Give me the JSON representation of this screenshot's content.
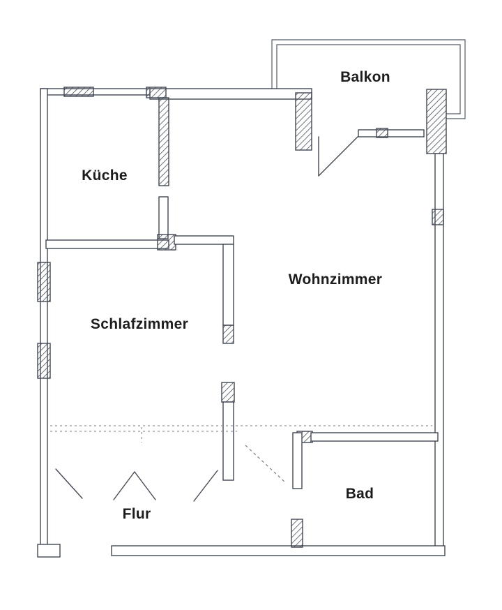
{
  "page": {
    "background": "#ffffff",
    "type": "apartment-floor-plan"
  },
  "colors": {
    "wall": "#424854",
    "label": "#1c1c1e",
    "dashed_line": "#8f959e"
  },
  "rooms": [
    {
      "id": "balkon",
      "label": "Balkon"
    },
    {
      "id": "kueche",
      "label": "Küche"
    },
    {
      "id": "wohnzimmer",
      "label": "Wohnzimmer"
    },
    {
      "id": "schlafzimmer",
      "label": "Schlafzimmer"
    },
    {
      "id": "flur",
      "label": "Flur"
    },
    {
      "id": "bad",
      "label": "Bad"
    }
  ]
}
